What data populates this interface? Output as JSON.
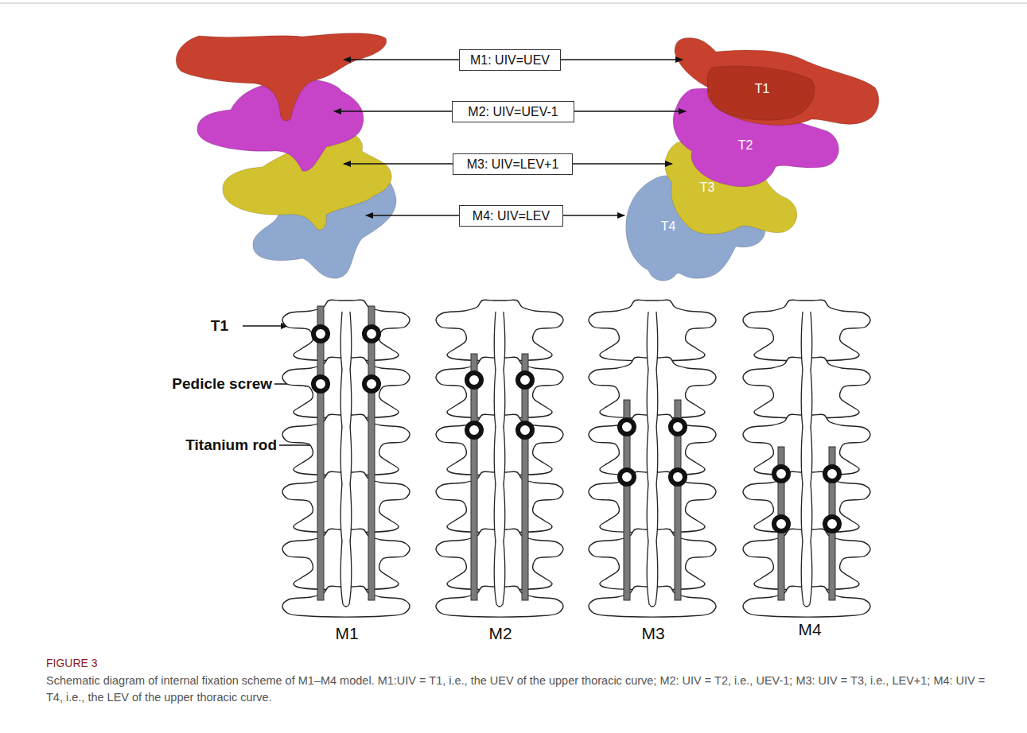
{
  "diagram": {
    "title": "FIGURE 3",
    "caption": "Schematic diagram of internal fixation scheme of M1–M4 model. M1:UIV = T1, i.e., the UEV of the upper thoracic curve; M2: UIV = T2, i.e., UEV-1; M3: UIV = T3, i.e., LEV+1; M4: UIV = T4, i.e., the LEV of the upper thoracic curve.",
    "nodes": [
      {
        "text": [
          "M1: UIV=UEV"
        ]
      },
      {
        "text": [
          "M2: UIV=UEV-1"
        ]
      },
      {
        "text": [
          "M3: UIV=LEV+1"
        ]
      },
      {
        "text": [
          "M4: UIV=LEV"
        ]
      }
    ],
    "labels": [
      "T1",
      "T2",
      "T3",
      "T4",
      "T1",
      "Pedicle screw",
      "Titanium rod",
      "M1",
      "M2",
      "M3",
      "M4"
    ]
  }
}
